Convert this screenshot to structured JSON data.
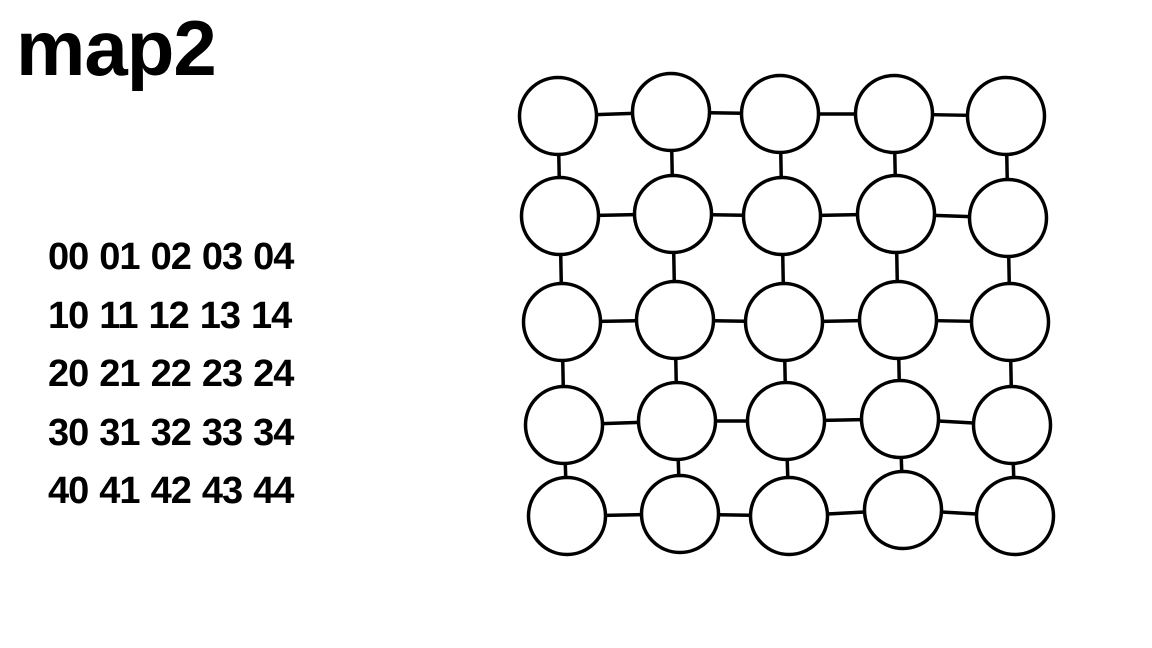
{
  "title": "map2",
  "node_ids": [
    [
      "00",
      "01",
      "02",
      "03",
      "04"
    ],
    [
      "10",
      "11",
      "12",
      "13",
      "14"
    ],
    [
      "20",
      "21",
      "22",
      "23",
      "24"
    ],
    [
      "30",
      "31",
      "32",
      "33",
      "34"
    ],
    [
      "40",
      "41",
      "42",
      "43",
      "44"
    ]
  ],
  "graph": {
    "rows": 5,
    "cols": 5,
    "edges": "4-neighbour grid"
  }
}
